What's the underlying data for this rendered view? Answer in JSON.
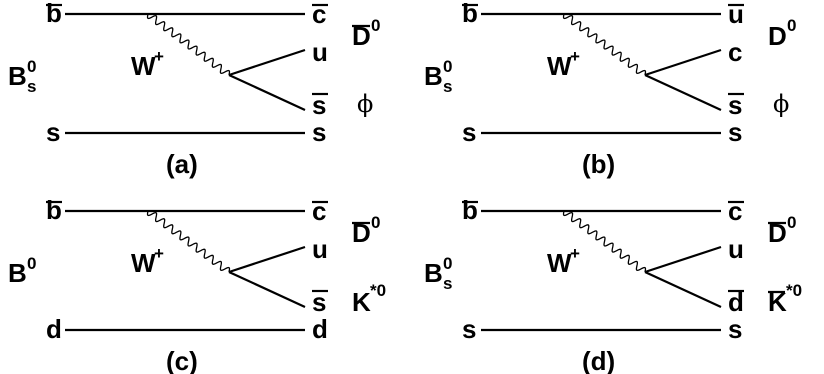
{
  "diagrams": [
    {
      "caption": "(a)",
      "meson": {
        "base": "B",
        "sup": "0",
        "sub": "s"
      },
      "boson": {
        "base": "W",
        "sup": "+"
      },
      "quarks": {
        "top_left": "b",
        "top_right": "c",
        "upper_mid": "u",
        "lower_mid": "s",
        "bottom_left": "s",
        "bottom_right": "s"
      },
      "products": {
        "upper": {
          "base": "D",
          "sup": "0",
          "bar": true
        },
        "lower": {
          "base": "ϕ",
          "sup": "",
          "bar": false
        }
      }
    },
    {
      "caption": "(b)",
      "meson": {
        "base": "B",
        "sup": "0",
        "sub": "s"
      },
      "boson": {
        "base": "W",
        "sup": "+"
      },
      "quarks": {
        "top_left": "b",
        "top_right": "u",
        "upper_mid": "c",
        "lower_mid": "s",
        "bottom_left": "s",
        "bottom_right": "s"
      },
      "products": {
        "upper": {
          "base": "D",
          "sup": "0",
          "bar": false
        },
        "lower": {
          "base": "ϕ",
          "sup": "",
          "bar": false
        }
      }
    },
    {
      "caption": "(c)",
      "meson": {
        "base": "B",
        "sup": "0",
        "sub": ""
      },
      "boson": {
        "base": "W",
        "sup": "+"
      },
      "quarks": {
        "top_left": "b",
        "top_right": "c",
        "upper_mid": "u",
        "lower_mid": "s",
        "bottom_left": "d",
        "bottom_right": "d"
      },
      "products": {
        "upper": {
          "base": "D",
          "sup": "0",
          "bar": true
        },
        "lower": {
          "base": "K",
          "sup": "*0",
          "bar": false
        }
      }
    },
    {
      "caption": "(d)",
      "meson": {
        "base": "B",
        "sup": "0",
        "sub": "s"
      },
      "boson": {
        "base": "W",
        "sup": "+"
      },
      "quarks": {
        "top_left": "b",
        "top_right": "c",
        "upper_mid": "u",
        "lower_mid": "d",
        "bottom_left": "s",
        "bottom_right": "s"
      },
      "products": {
        "upper": {
          "base": "D",
          "sup": "0",
          "bar": true
        },
        "lower": {
          "base": "K",
          "sup": "*0",
          "bar": true
        }
      }
    }
  ]
}
